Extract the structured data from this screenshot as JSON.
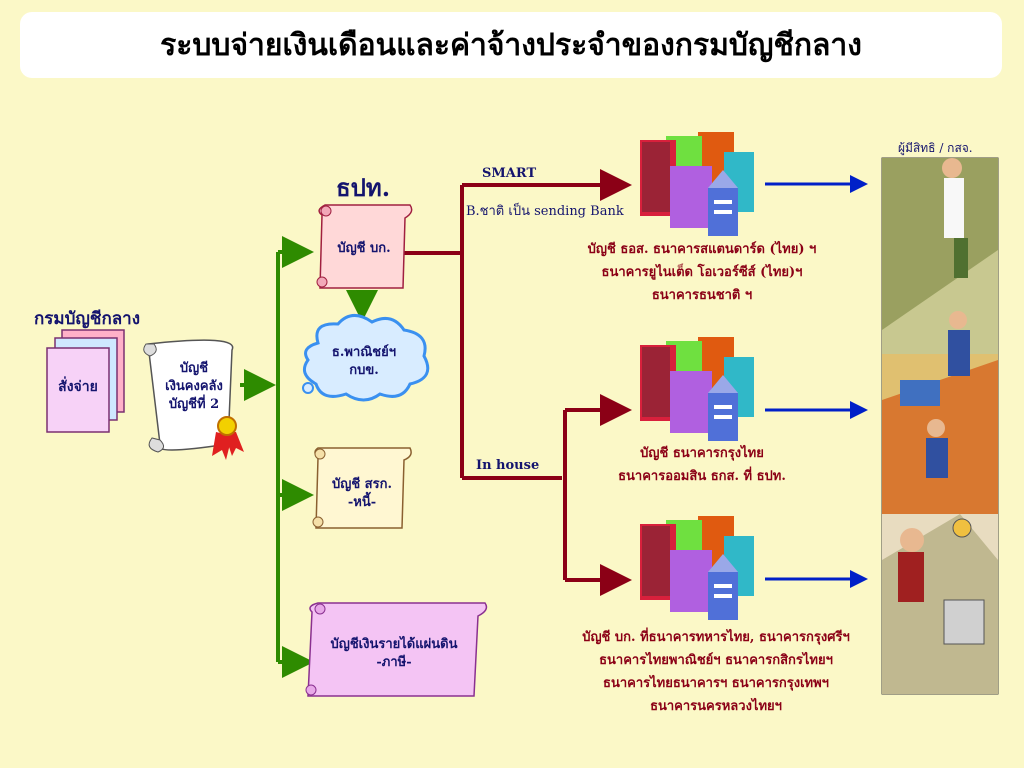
{
  "title": "ระบบจ่ายเงินเดือนและค่าจ้างประจำของกรมบัญชีกลาง",
  "cgd": {
    "label": "กรมบัญชีกลาง",
    "order_doc": "สั่งจ่าย",
    "treasury_scroll": [
      "บัญชี",
      "เงินคงคลัง",
      "บัญชีที่ 2"
    ]
  },
  "bot": {
    "label": "ธปท.",
    "bk_account": "บัญชี บก.",
    "commerce_cloud": [
      "ธ.พาณิชย์ฯ",
      "กบข."
    ],
    "srk_account": [
      "บัญชี สรก.",
      "-หนี้-"
    ],
    "revenue_account": [
      "บัญชีเงินรายได้แผ่นดิน",
      "-ภาษี-"
    ]
  },
  "channels": {
    "smart": "SMART",
    "sending_bank": "B.ชาติ เป็น sending Bank",
    "inhouse": "In house"
  },
  "bank_groups": [
    [
      "บัญชี ธอส. ธนาคารสแตนดาร์ด (ไทย) ฯ",
      "ธนาคารยูไนเต็ด โอเวอร์ซีส์ (ไทย)ฯ",
      "ธนาคารธนชาติ ฯ"
    ],
    [
      "บัญชี ธนาคารกรุงไทย",
      "ธนาคารออมสิน ธกส. ที่ ธปท."
    ],
    [
      "บัญชี บก. ที่ธนาคารทหารไทย, ธนาคารกรุงศรีฯ",
      "ธนาคารไทยพาณิชย์ฯ ธนาคารกสิกรไทยฯ",
      "ธนาคารไทยธนาคารฯ ธนาคารกรุงเทพฯ",
      "ธนาคารนครหลวงไทยฯ"
    ]
  ],
  "recipients": "ผู้มีสิทธิ / กสจ.",
  "colors": {
    "background": "#fbf8c7",
    "green_arrow": "#2e8b00",
    "red_arrow": "#8b0016",
    "blue_arrow": "#0020c8",
    "navy_text": "#14146e"
  }
}
